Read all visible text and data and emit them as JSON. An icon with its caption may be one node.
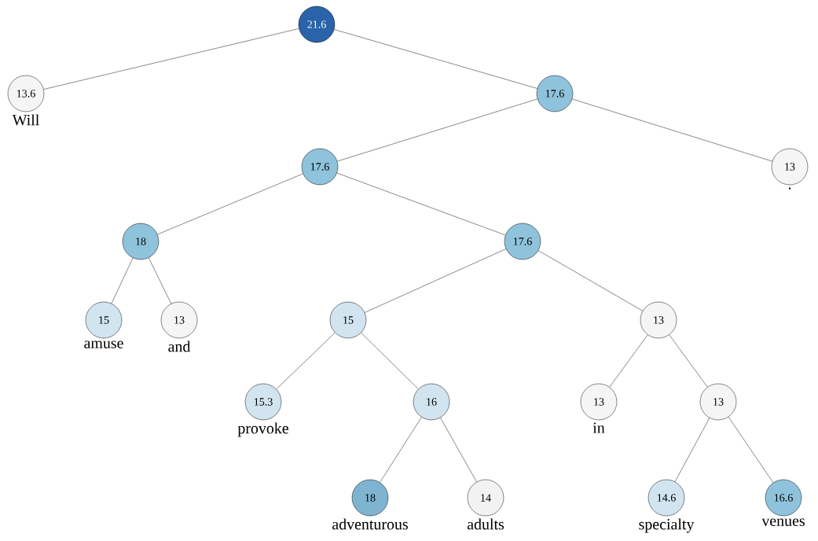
{
  "diagram": {
    "nodes": [
      {
        "text": [
          "21.6"
        ]
      },
      {
        "text": [
          "13.6"
        ],
        "beside": [
          "Will"
        ]
      },
      {
        "text": [
          "17.6"
        ]
      },
      {
        "text": [
          "17.6"
        ]
      },
      {
        "text": [
          "13"
        ],
        "beside": [
          "."
        ]
      },
      {
        "text": [
          "18"
        ]
      },
      {
        "text": [
          "17.6"
        ]
      },
      {
        "text": [
          "15"
        ],
        "beside": [
          "amuse"
        ]
      },
      {
        "text": [
          "13"
        ],
        "beside": [
          "and"
        ]
      },
      {
        "text": [
          "15"
        ]
      },
      {
        "text": [
          "13"
        ]
      },
      {
        "text": [
          "15.3"
        ],
        "beside": [
          "provoke"
        ]
      },
      {
        "text": [
          "16"
        ]
      },
      {
        "text": [
          "13"
        ],
        "beside": [
          "in"
        ]
      },
      {
        "text": [
          "13"
        ]
      },
      {
        "text": [
          "18"
        ],
        "beside": [
          "adventurous"
        ]
      },
      {
        "text": [
          "14"
        ],
        "beside": [
          "adults"
        ]
      },
      {
        "text": [
          "14.6"
        ],
        "beside": [
          "specialty"
        ]
      },
      {
        "text": [
          "16.6"
        ],
        "beside": [
          "venues"
        ]
      }
    ],
    "edges": [
      {
        "from": 0,
        "to": 1,
        "arrow": "none"
      },
      {
        "from": 0,
        "to": 2,
        "arrow": "none"
      },
      {
        "from": 2,
        "to": 3,
        "arrow": "none"
      },
      {
        "from": 2,
        "to": 4,
        "arrow": "none"
      },
      {
        "from": 3,
        "to": 5,
        "arrow": "none"
      },
      {
        "from": 3,
        "to": 6,
        "arrow": "none"
      },
      {
        "from": 5,
        "to": 7,
        "arrow": "none"
      },
      {
        "from": 5,
        "to": 8,
        "arrow": "none"
      },
      {
        "from": 6,
        "to": 9,
        "arrow": "none"
      },
      {
        "from": 6,
        "to": 10,
        "arrow": "none"
      },
      {
        "from": 9,
        "to": 11,
        "arrow": "none"
      },
      {
        "from": 9,
        "to": 12,
        "arrow": "none"
      },
      {
        "from": 10,
        "to": 13,
        "arrow": "none"
      },
      {
        "from": 10,
        "to": 14,
        "arrow": "none"
      },
      {
        "from": 12,
        "to": 15,
        "arrow": "none"
      },
      {
        "from": 12,
        "to": 16,
        "arrow": "none"
      },
      {
        "from": 14,
        "to": 17,
        "arrow": "none"
      },
      {
        "from": 14,
        "to": 18,
        "arrow": "none"
      }
    ]
  }
}
